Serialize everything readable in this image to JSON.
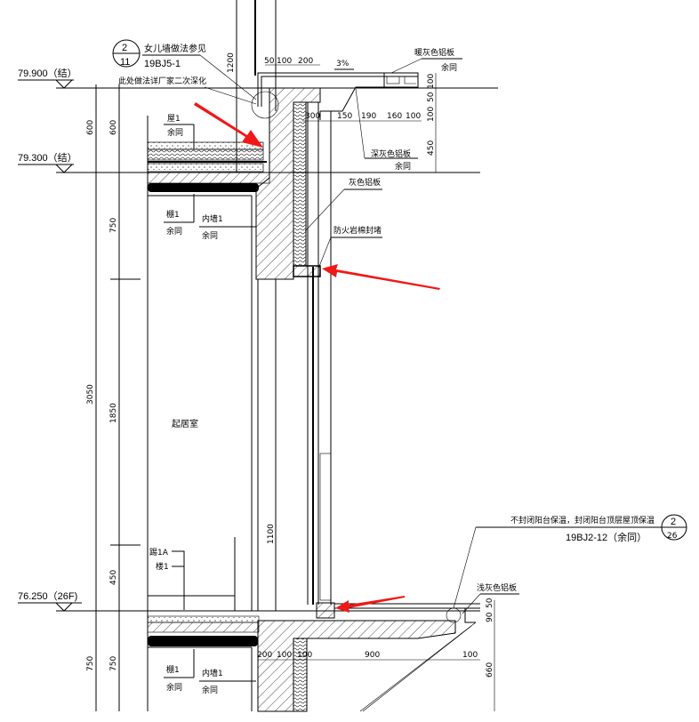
{
  "levels": [
    {
      "value": "79.900（结）"
    },
    {
      "value": "79.300（结）"
    },
    {
      "value": "76.250（26F)"
    }
  ],
  "dimensions": {
    "left_outer": [
      "600",
      "3050",
      "750"
    ],
    "left_inner": [
      "600",
      "750",
      "1850",
      "450",
      "750"
    ],
    "parapet_height": "1200",
    "window_height": "1100",
    "cap_widths": [
      "50",
      "100",
      "200"
    ],
    "slope": "3%",
    "top_right_horizontal": [
      "300",
      "150",
      "190",
      "160",
      "100"
    ],
    "top_right_vertical": [
      "100",
      "50",
      "100",
      "450"
    ],
    "balcony_horizontal": [
      "200",
      "100",
      "100",
      "900",
      "100"
    ],
    "balcony_vertical": [
      "50",
      "90",
      "660"
    ]
  },
  "references": {
    "parapet": {
      "number": "2",
      "sheet": "11",
      "label": "女儿墙做法参见",
      "code": "19BJ5-1"
    },
    "balcony": {
      "number": "2",
      "sheet": "26",
      "label": "不封闭阳台保温，封闭阳台顶层屋顶保温",
      "code": "19BJ2-12（余同）"
    }
  },
  "notes": {
    "factory_detail": "此处做法详厂家二次深化",
    "warm_grey_panel": "暖灰色铝板",
    "dark_grey_panel": "深灰色铝板",
    "grey_panel": "灰色铝板",
    "fire_seal": "防火岩棉封堵",
    "light_grey_panel": "浅灰色铝板",
    "same": "余同"
  },
  "room_labels": {
    "roof": "屋1",
    "ceiling": "棚1",
    "inner_wall": "内墙1",
    "living_room": "起居室",
    "skirting": "踢1A",
    "floor": "楼1"
  },
  "colors": {
    "arrow": "#f01818",
    "line": "#000000"
  }
}
